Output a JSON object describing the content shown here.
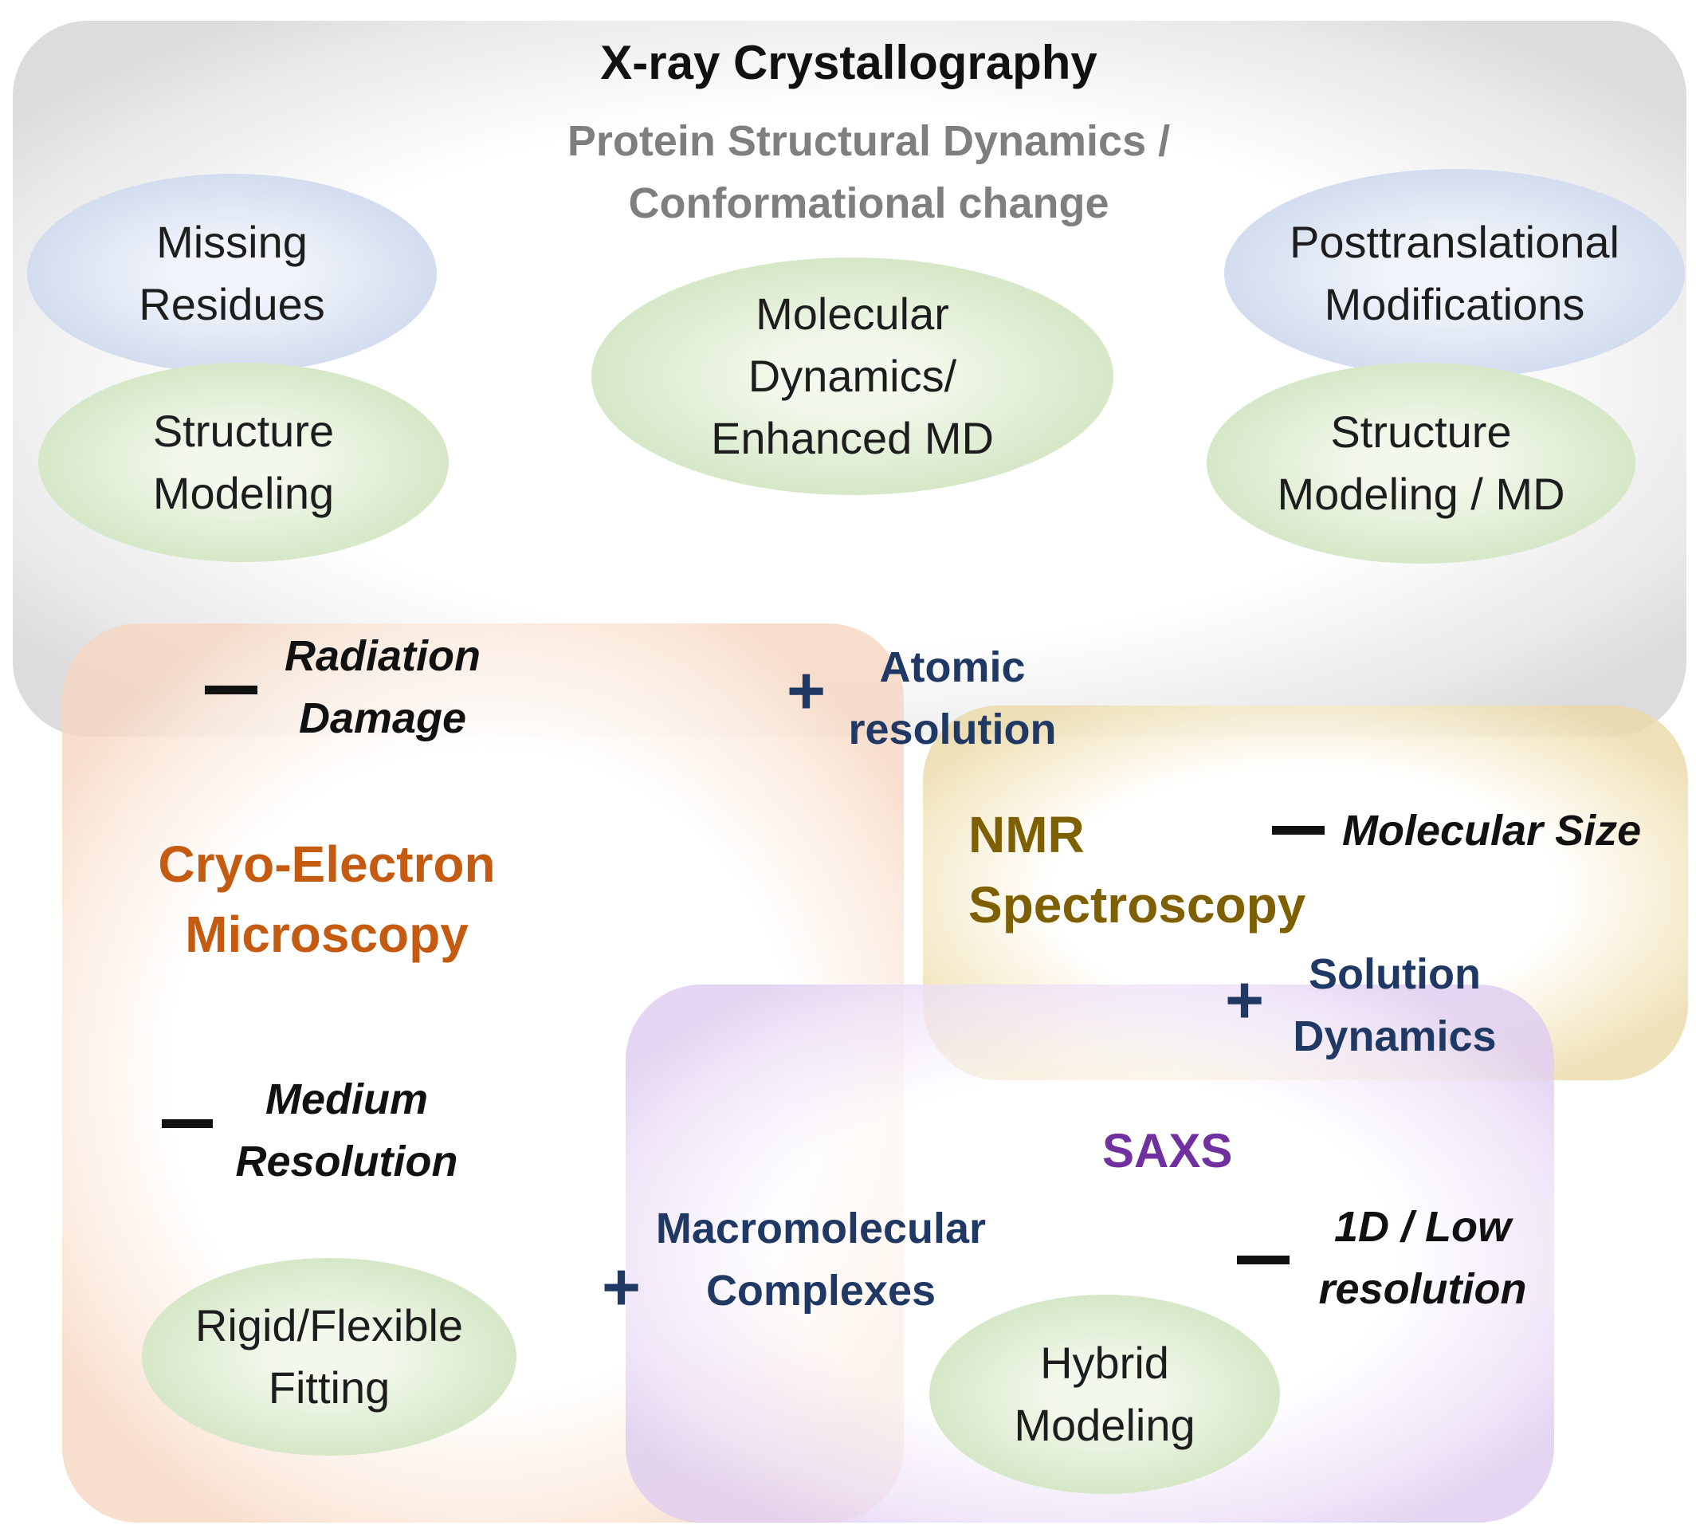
{
  "title": "X-ray Crystallography",
  "subtitle": "Protein Structural Dynamics /\nConformational change",
  "methods": {
    "xray": "X-ray Crystallography",
    "cryo_em": "Cryo-Electron\nMicroscopy",
    "nmr": "NMR\nSpectroscopy",
    "saxs": "SAXS"
  },
  "ellipses": {
    "missing_residues": "Missing\nResidues",
    "structure_modeling_left": "Structure\nModeling",
    "molecular_dynamics": "Molecular\nDynamics/\nEnhanced MD",
    "posttranslational": "Posttranslational\nModifications",
    "structure_modeling_md": "Structure\nModeling / MD",
    "rigid_flexible": "Rigid/Flexible\nFitting",
    "hybrid_modeling": "Hybrid\nModeling"
  },
  "annotations": {
    "radiation_damage": "Radiation\nDamage",
    "atomic_resolution": "Atomic\nresolution",
    "molecular_size": "Molecular Size",
    "solution_dynamics": "Solution\nDynamics",
    "medium_resolution": "Medium\nResolution",
    "macromolecular_complexes": "Macromolecular\nComplexes",
    "low_resolution": "1D / Low\nresolution"
  },
  "symbols": {
    "plus": "+"
  },
  "colors": {
    "xray_title": "#111111",
    "subtitle": "#7f7f7f",
    "cryo_em": "#c55a11",
    "nmr": "#7f6000",
    "saxs": "#7030a0",
    "advantage": "#1f3864",
    "limitation": "#111111"
  }
}
